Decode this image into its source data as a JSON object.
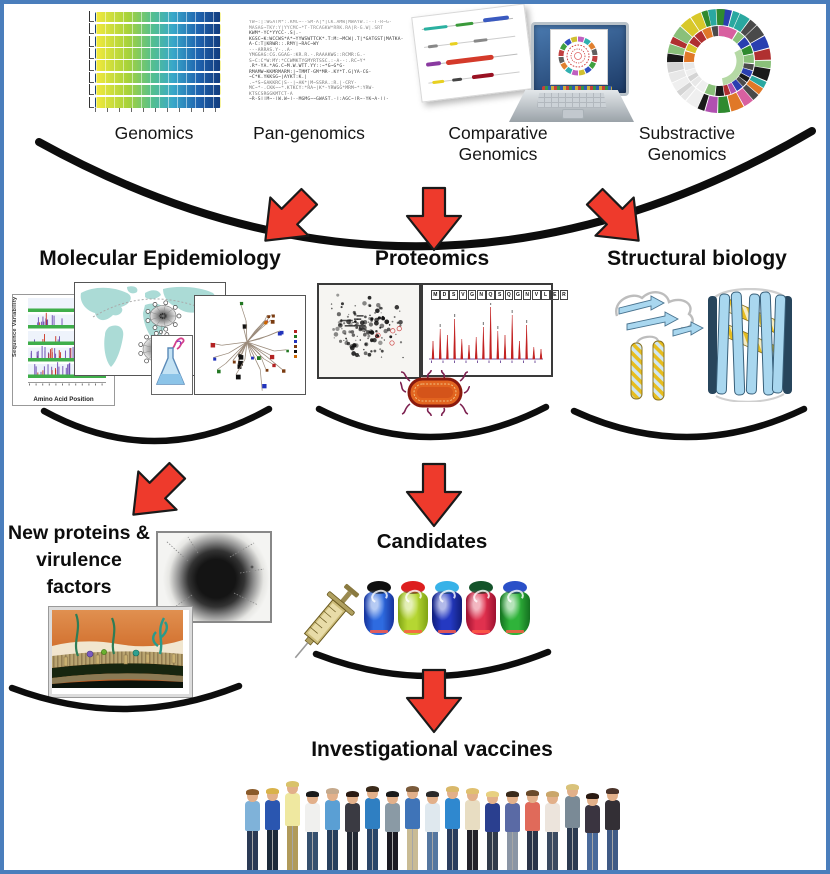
{
  "palette": {
    "frame_border": "#4a7ebc",
    "arrow_red": "#ee3a2c",
    "arc_black": "#0d0d0d",
    "map_teal": "#abdbd6"
  },
  "top_methods": [
    {
      "label": "Genomics"
    },
    {
      "label": "Pan-genomics"
    },
    {
      "label": "Comparative Genomics"
    },
    {
      "label": "Substractive Genomics"
    }
  ],
  "approaches": {
    "molecular_epidemiology": {
      "title": "Molecular Epidemiology",
      "variability_chart": {
        "ylabel": "Sequence Variability",
        "xlabel": "Amino Acid Position"
      }
    },
    "proteomics": {
      "title": "Proteomics",
      "peptide_sequence": "MDSVGNQSQGNVLER",
      "spectrum_peaks": [
        18,
        30,
        24,
        40,
        20,
        14,
        22,
        32,
        52,
        28,
        24,
        44,
        18,
        34,
        12,
        10
      ]
    },
    "structural_biology": {
      "title": "Structural biology"
    }
  },
  "discoveries": {
    "new_proteins": {
      "title": "New proteins & virulence factors"
    },
    "candidates": {
      "title": "Candidates",
      "vials": [
        {
          "cap": "#101010",
          "body": "#2e6be0",
          "dark": "#16329a"
        },
        {
          "cap": "#dd1f1f",
          "body": "#b5d632",
          "dark": "#7fa313"
        },
        {
          "cap": "#38b2e8",
          "body": "#2439c2",
          "dark": "#101e7a"
        },
        {
          "cap": "#14532a",
          "body": "#e0314e",
          "dark": "#9c1030"
        },
        {
          "cap": "#2a50c8",
          "body": "#2fb33a",
          "dark": "#147020"
        }
      ]
    }
  },
  "final": {
    "title": "Investigational vaccines",
    "people": [
      {
        "shirt": "#7fb2d9",
        "pants": "#2a3a55",
        "hair": "#8a5a2a",
        "h": 96
      },
      {
        "shirt": "#2a56b0",
        "pants": "#1d2a3a",
        "hair": "#d9b24a",
        "shoes": "#cc2222",
        "h": 98
      },
      {
        "shirt": "#efe8a0",
        "pants": "#b09a5a",
        "hair": "#d9c26a",
        "h": 106
      },
      {
        "shirt": "#f0f0ee",
        "pants": "#35506e",
        "hair": "#1a1a1a",
        "h": 92
      },
      {
        "shirt": "#5a9fd4",
        "pants": "#27405e",
        "hair": "#c5a98c",
        "h": 97
      },
      {
        "shirt": "#3a3a42",
        "pants": "#222833",
        "hair": "#2a1a12",
        "h": 94
      },
      {
        "shirt": "#2f7fc2",
        "pants": "#2a4668",
        "hair": "#3a2a1a",
        "h": 99
      },
      {
        "shirt": "#8a9aa5",
        "pants": "#1a1a22",
        "hair": "#1a1a1a",
        "h": 93
      },
      {
        "shirt": "#3f74b8",
        "pants": "#c9bb94",
        "hair": "#7a5a3a",
        "h": 100
      },
      {
        "shirt": "#dfe8ee",
        "pants": "#5577a0",
        "hair": "#2a2a2a",
        "h": 92
      },
      {
        "shirt": "#2f88cf",
        "pants": "#2a3d5e",
        "hair": "#d9b86a",
        "h": 101
      },
      {
        "shirt": "#e8ddc2",
        "pants": "#22222a",
        "hair": "#e0c070",
        "h": 97
      },
      {
        "shirt": "#2a3f8f",
        "pants": "#303a4a",
        "hair": "#e8d080",
        "h": 94
      },
      {
        "shirt": "#5a6aa5",
        "pants": "#8a95a5",
        "hair": "#3a2a1a",
        "h": 92
      },
      {
        "shirt": "#e06a5a",
        "pants": "#2a3448",
        "hair": "#6a4a2a",
        "h": 95
      },
      {
        "shirt": "#ece4dc",
        "pants": "#3a4a60",
        "hair": "#caa66a",
        "shoes": "#6a4a2a",
        "h": 93
      },
      {
        "shirt": "#7a8a96",
        "pants": "#2b3a50",
        "hair": "#d9c27a",
        "h": 103
      },
      {
        "shirt": "#3a3440",
        "pants": "#4a6a9a",
        "hair": "#2a1a12",
        "h": 91
      },
      {
        "shirt": "#332f35",
        "pants": "#3f5a85",
        "hair": "#4a332a",
        "h": 98
      }
    ]
  }
}
